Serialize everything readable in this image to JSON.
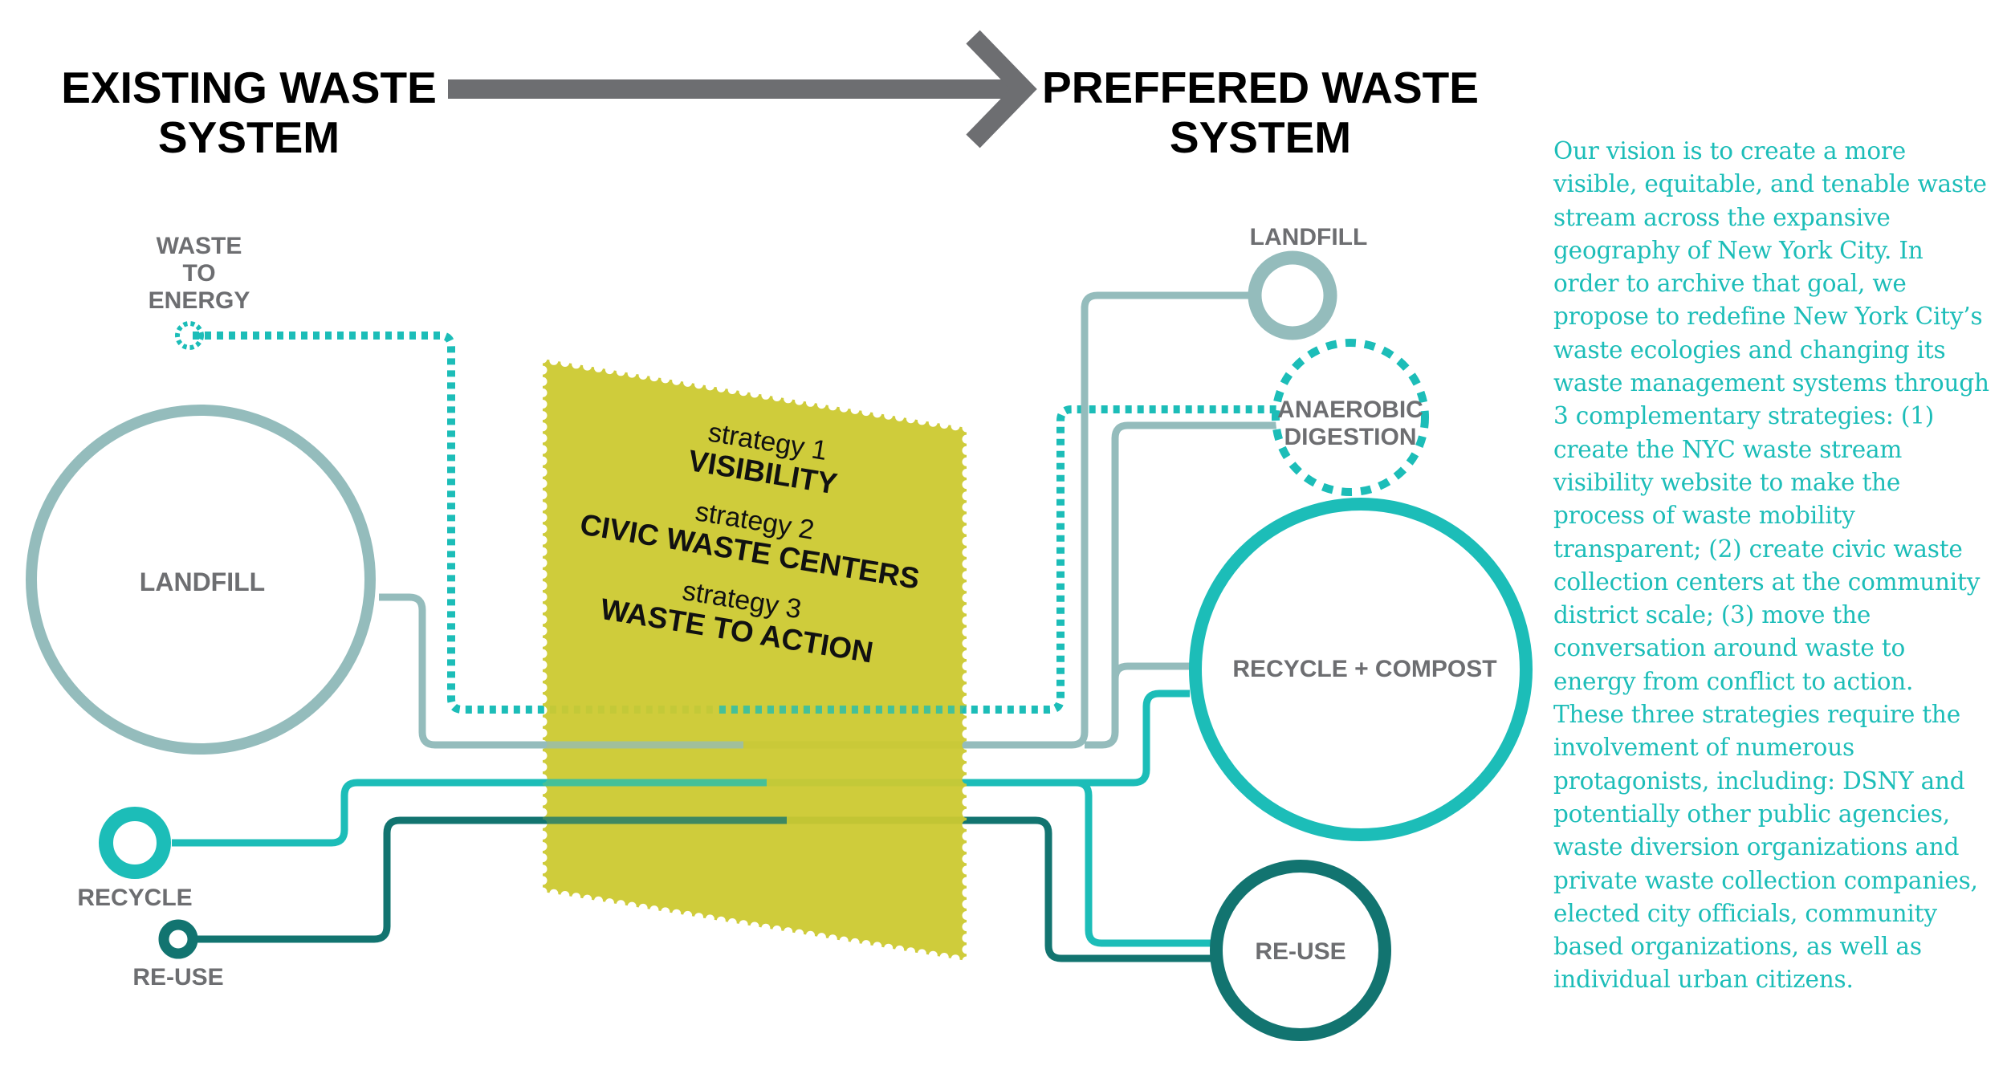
{
  "header": {
    "existing_line1": "EXISTING WASTE",
    "existing_line2": "SYSTEM",
    "preferred_line1": "PREFFERED WASTE",
    "preferred_line2": "SYSTEM"
  },
  "existing": {
    "waste_to_energy": [
      "WASTE",
      "TO",
      "ENERGY"
    ],
    "landfill": "LANDFILL",
    "recycle": "RECYCLE",
    "reuse": "RE-USE"
  },
  "preferred": {
    "landfill": "LANDFILL",
    "anaerobic_line1": "ANAEROBIC",
    "anaerobic_line2": "DIGESTION",
    "recycle_compost": "RECYCLE + COMPOST",
    "reuse": "RE-USE"
  },
  "strategies": [
    {
      "label": "strategy 1",
      "name": "VISIBILITY"
    },
    {
      "label": "strategy 2",
      "name": "CIVIC WASTE CENTERS"
    },
    {
      "label": "strategy 3",
      "name": "WASTE TO ACTION"
    }
  ],
  "colors": {
    "landfill_gray": "#94bcbc",
    "recycle_teal": "#1cbdb8",
    "reuse_dark": "#127470",
    "strategy_yellow": "#ccc930",
    "arrow_gray": "#6d6e71",
    "text_teal": "#1cbdb8"
  },
  "vision_text": "Our vision is to create a more visible, equitable, and tenable waste stream across the expansive geography of New York City. In order to archive that goal, we propose to redefine New York City’s waste ecologies and changing its waste management systems through 3 complementary strategies: (1) create the NYC waste stream visibility website to make the process of waste mobility transparent; (2) create civic waste collection centers at the community district scale; (3) move the conversation around waste to energy from conflict to action. These three strategies require the involvement of numerous protagonists, including: DSNY and potentially other public agencies, waste diversion organizations and private waste collection companies, elected city officials, community based organizations, as well as individual urban citizens."
}
